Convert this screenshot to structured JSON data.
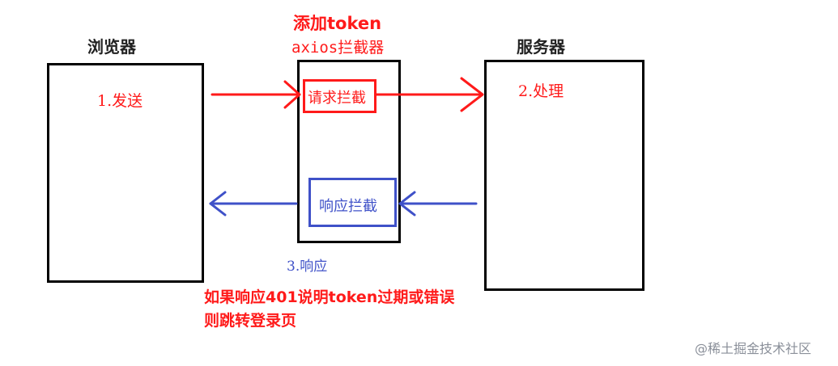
{
  "labels": {
    "browser": "浏览器",
    "server": "服务器",
    "add_token": "添加token",
    "axios_interceptor": "axios拦截器",
    "step1_send": "1.发送",
    "step2_process": "2.处理",
    "step3_response": "3.响应",
    "request_intercept": "请求拦截",
    "response_intercept": "响应拦截",
    "note_line1": "如果响应401说明token过期或错误",
    "note_line2": "则跳转登录页",
    "watermark": "@稀土掘金技术社区"
  },
  "colors": {
    "red": "#ff1a1a",
    "blue": "#3f51c8",
    "black": "#000000",
    "watermark": "#8a8f99"
  }
}
